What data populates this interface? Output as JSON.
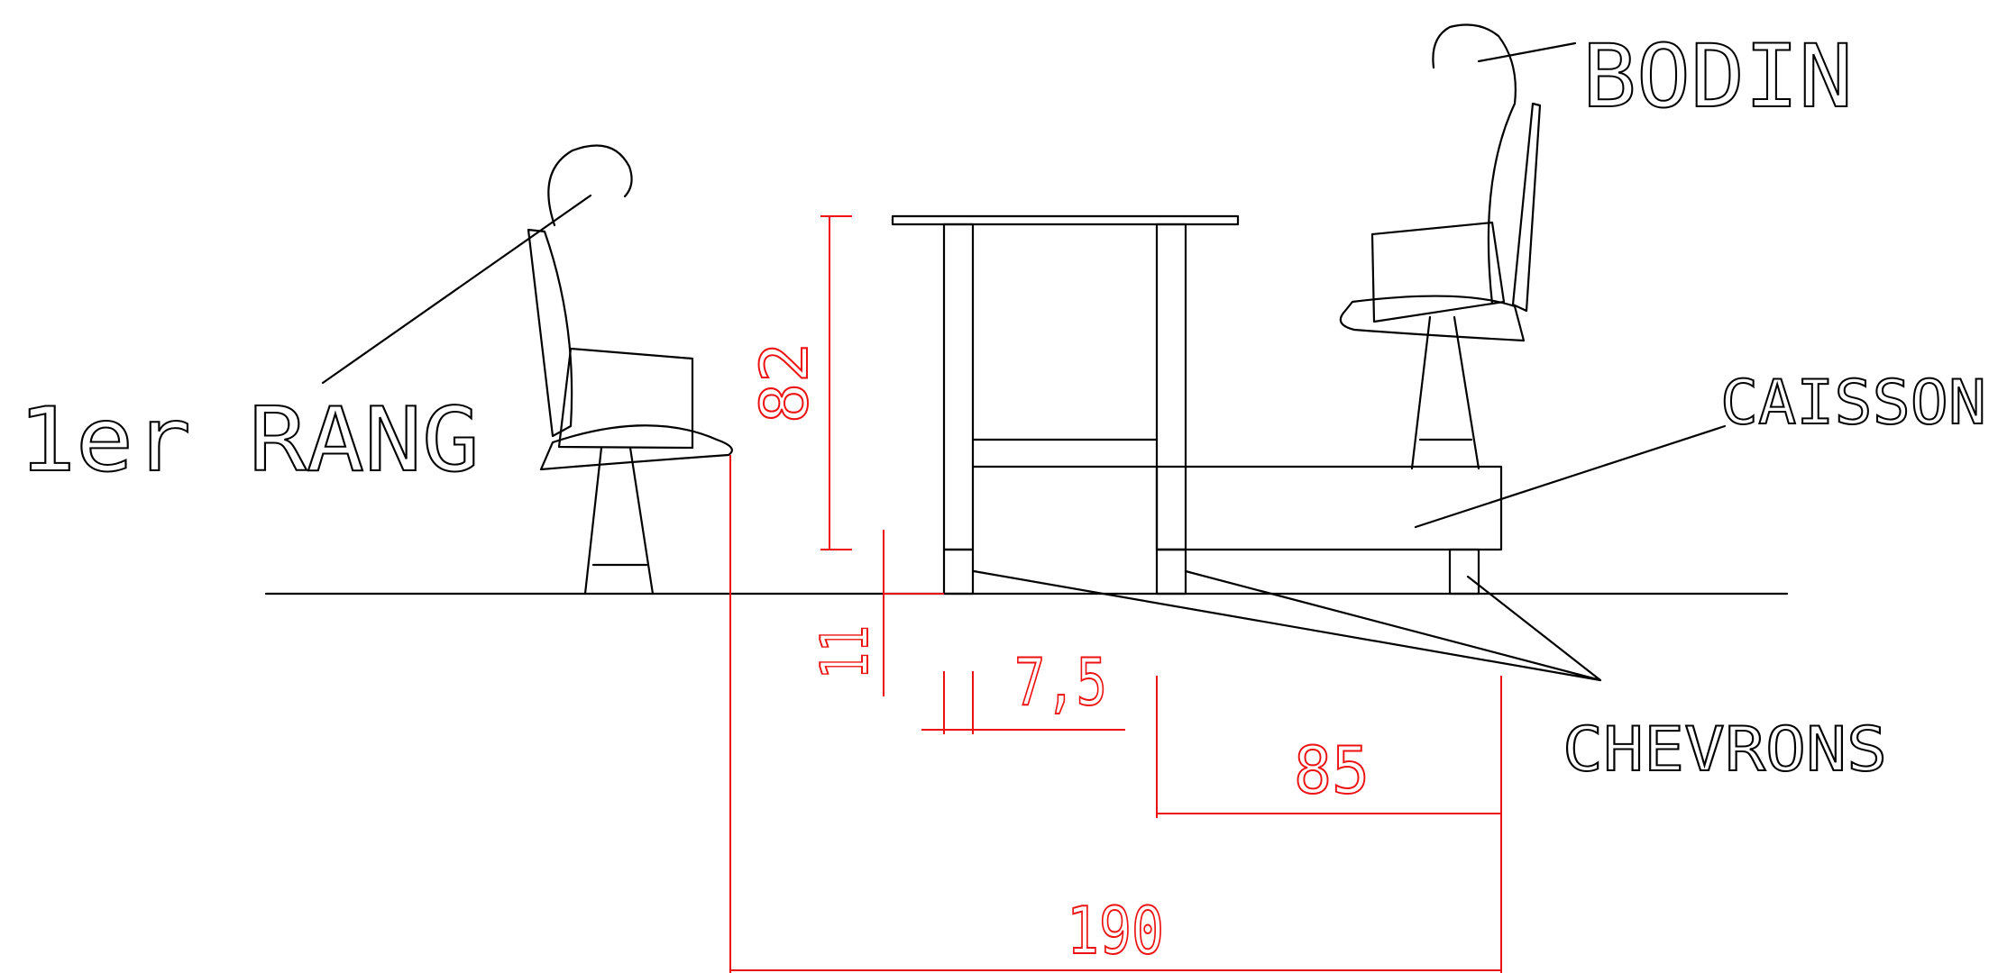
{
  "labels": {
    "first_row": "1er RANG",
    "bodin": "BODIN",
    "caisson": "CAISSON",
    "chevrons": "CHEVRONS"
  },
  "dimensions": {
    "table_height": "82",
    "chevron_height": "11",
    "chevron_width": "7,5",
    "caisson_span": "85",
    "total_span": "190"
  },
  "colors": {
    "line": "#000000",
    "dimension": "#ee1111"
  }
}
